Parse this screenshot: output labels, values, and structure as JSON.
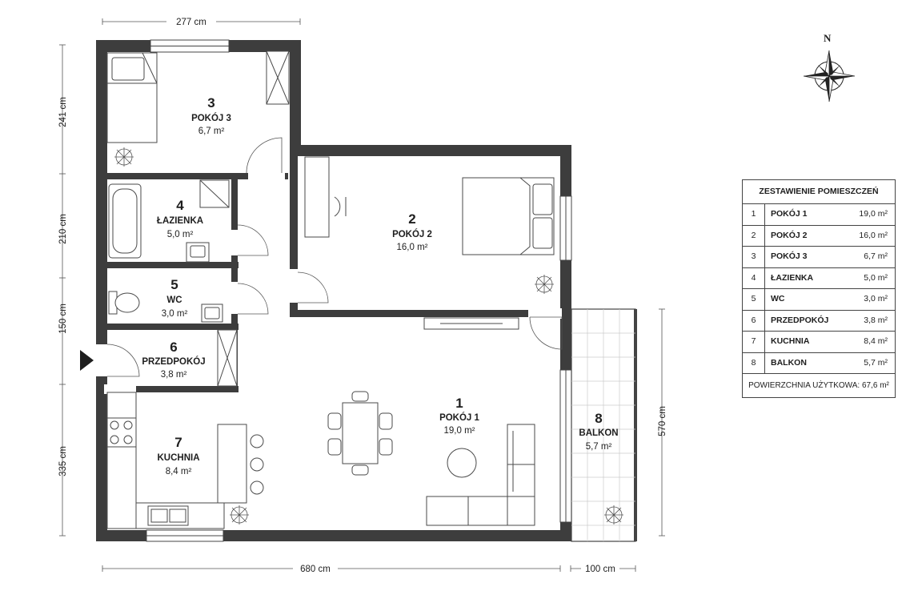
{
  "dimensions": {
    "top": "277 cm",
    "bottom_main": "680 cm",
    "bottom_balcony": "100 cm",
    "left_1": "241 cm",
    "left_2": "210 cm",
    "left_3": "150 cm",
    "left_4": "335 cm",
    "right": "570 cm"
  },
  "rooms": [
    {
      "number": "1",
      "name": "POKÓJ 1",
      "area": "19,0 m²"
    },
    {
      "number": "2",
      "name": "POKÓJ 2",
      "area": "16,0 m²"
    },
    {
      "number": "3",
      "name": "POKÓJ 3",
      "area": "6,7 m²"
    },
    {
      "number": "4",
      "name": "ŁAZIENKA",
      "area": "5,0 m²"
    },
    {
      "number": "5",
      "name": "WC",
      "area": "3,0 m²"
    },
    {
      "number": "6",
      "name": "PRZEDPOKÓJ",
      "area": "3,8 m²"
    },
    {
      "number": "7",
      "name": "KUCHNIA",
      "area": "8,4 m²"
    },
    {
      "number": "8",
      "name": "BALKON",
      "area": "5,7 m²"
    }
  ],
  "summary": {
    "title": "ZESTAWIENIE POMIESZCZEŃ",
    "total": "POWIERZCHNIA UŻYTKOWA: 67,6 m²"
  },
  "compass": {
    "label": "N"
  }
}
